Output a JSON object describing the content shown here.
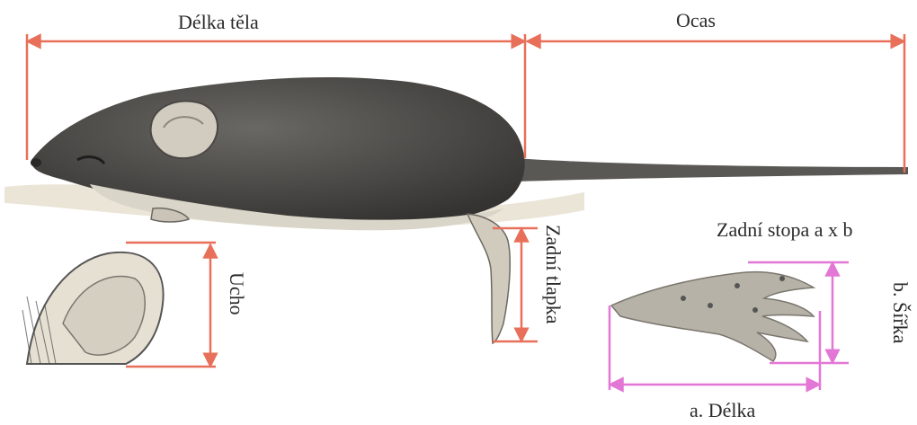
{
  "labels": {
    "body_length": "Délka těla",
    "tail": "Ocas",
    "hind_footprint": "Zadní stopa a x b",
    "foot_length": "a. Délka",
    "foot_width": "b. Šířka",
    "ear": "Ucho",
    "hind_foot": "Zadní tlapka"
  },
  "colors": {
    "measure_red": "#e8705a",
    "measure_pink": "#e377d6",
    "mouse_body": "#4a4846",
    "mouse_belly": "#d7d3c6",
    "ground": "#e2dccb"
  }
}
